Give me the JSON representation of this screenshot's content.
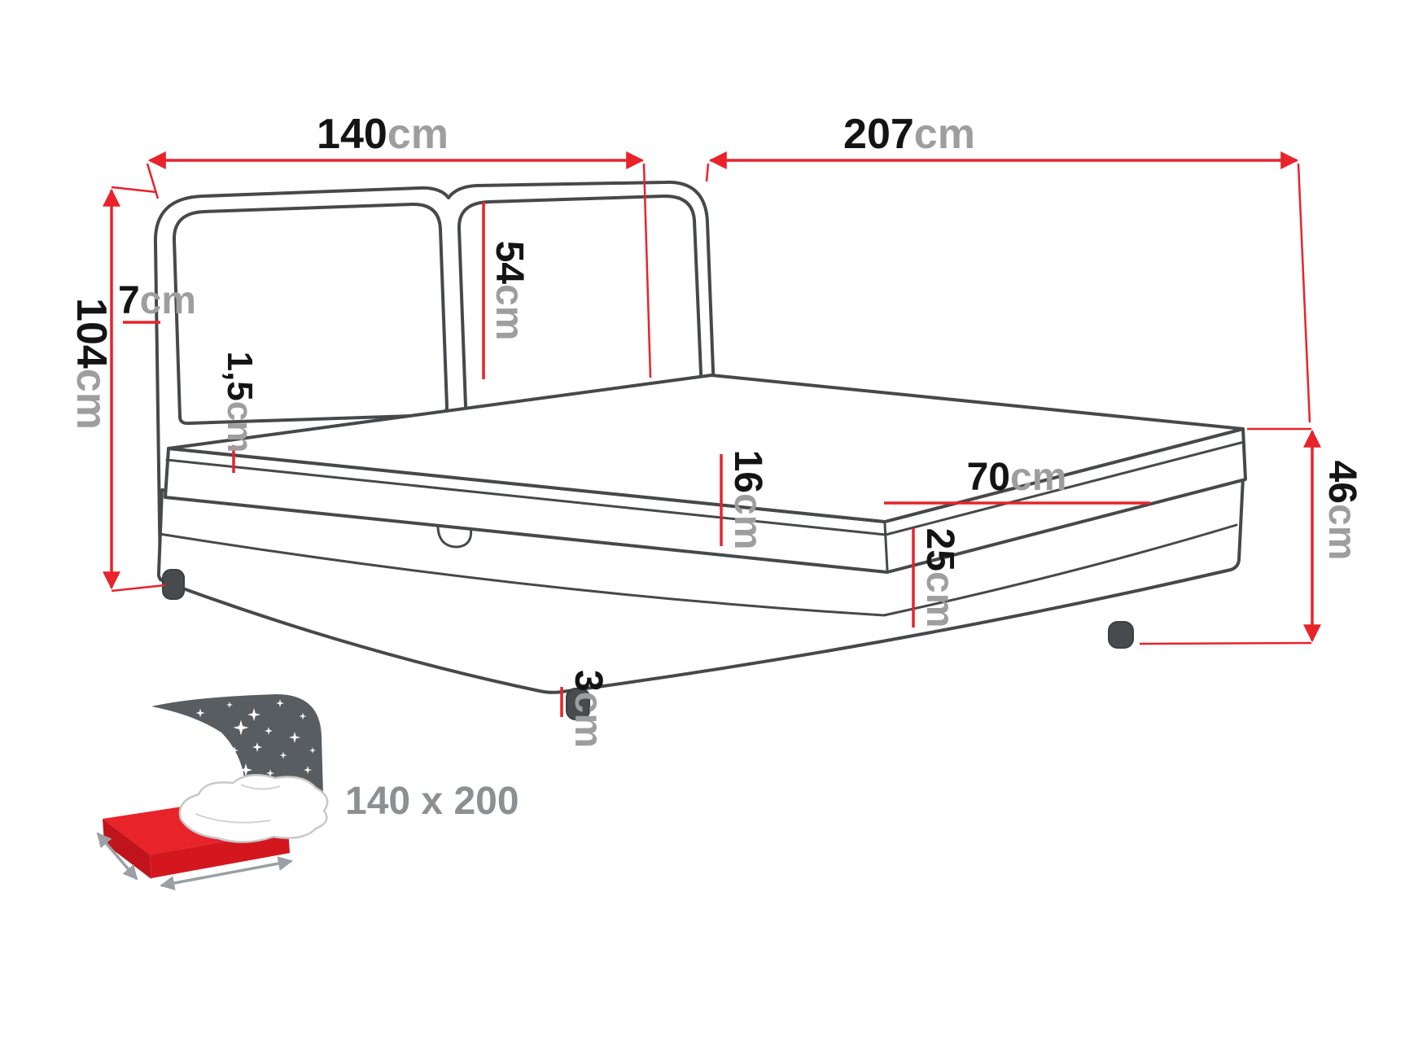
{
  "diagram": {
    "dims": {
      "headboard_width": {
        "value": "140",
        "unit": "cm"
      },
      "length": {
        "value": "207",
        "unit": "cm"
      },
      "height": {
        "value": "104",
        "unit": "cm"
      },
      "headboard_frame": {
        "value": "7",
        "unit": "cm"
      },
      "cushion_height": {
        "value": "54",
        "unit": "cm"
      },
      "topper": {
        "value": "1,5",
        "unit": "cm"
      },
      "upper_box": {
        "value": "16",
        "unit": "cm"
      },
      "storage_depth": {
        "value": "70",
        "unit": "cm"
      },
      "base_height": {
        "value": "46",
        "unit": "cm"
      },
      "lower_box": {
        "value": "25",
        "unit": "cm"
      },
      "legs": {
        "value": "3",
        "unit": "cm"
      }
    },
    "logo": {
      "size_label": "140 x 200"
    },
    "colors": {
      "dimension_red": "#e8232a",
      "outline_gray": "#46484a",
      "unit_gray": "#9e9e9e",
      "logo_gray": "#585d61",
      "logo_red": "#e8232a"
    }
  }
}
